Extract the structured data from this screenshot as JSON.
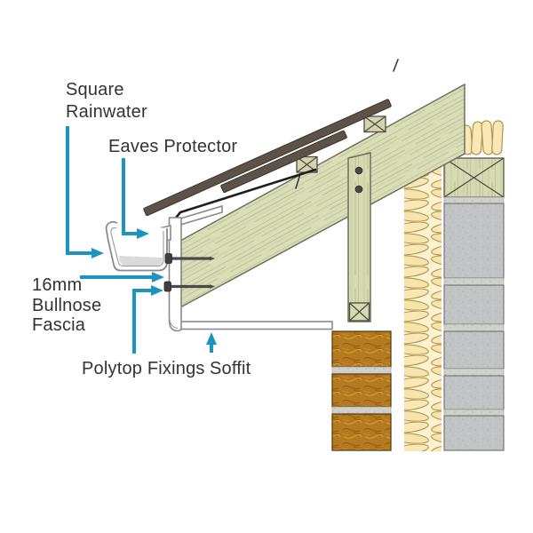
{
  "figure": {
    "labels": {
      "square_rainwater_line1": "Square",
      "square_rainwater_line2": "Rainwater",
      "eaves_protector": "Eaves Protector",
      "fascia_line1": "16mm",
      "fascia_line2": "Bullnose",
      "fascia_line3": "Fascia",
      "polytop_fixings": "Polytop Fixings",
      "soffit": "Soffit"
    },
    "colors": {
      "arrow": "#1b94c0",
      "label_text": "#333333",
      "eaves_protector_line": "#1f1f1f",
      "timber": "#dadeb6",
      "tile_batten": "#5d5247",
      "insulation": "#f7e8b5",
      "insulation_outline": "#b6924a",
      "block": "#c2c3c5",
      "mortar": "#d0d0cc",
      "brick": "#b5791f",
      "linework": "#8a8a8a"
    }
  }
}
